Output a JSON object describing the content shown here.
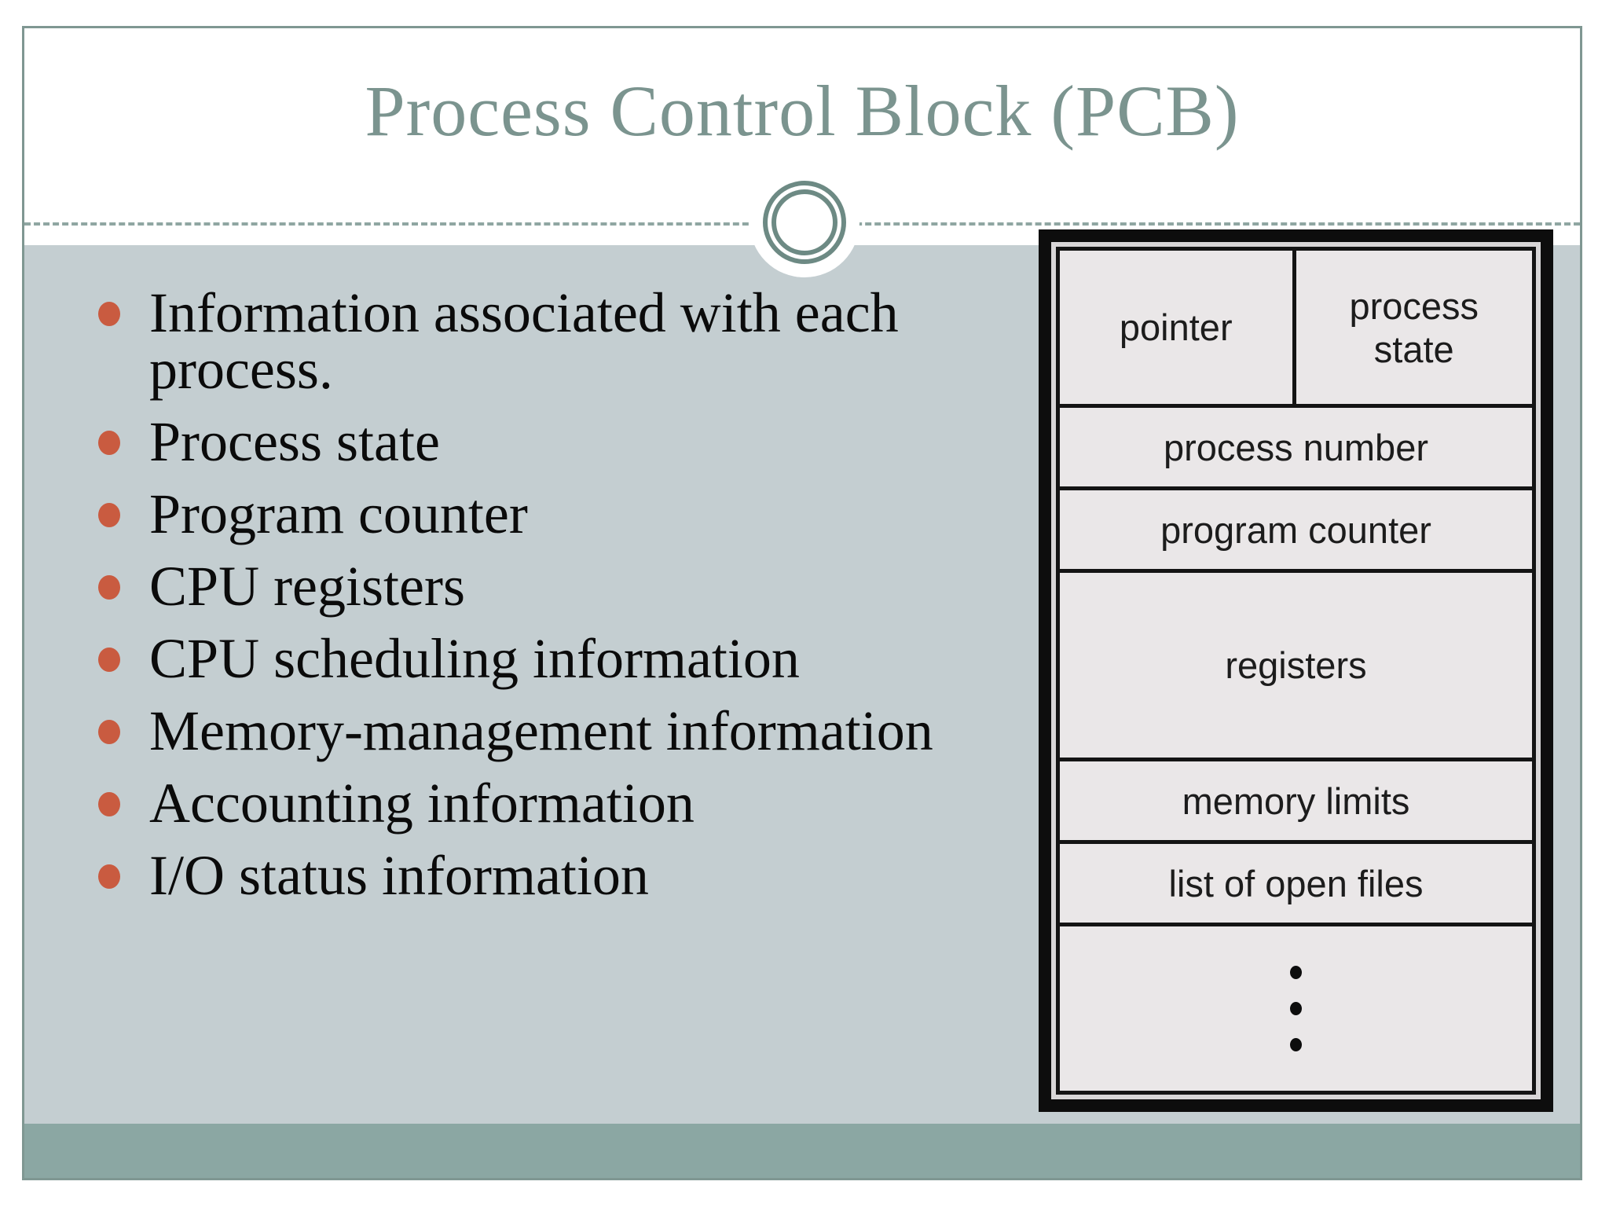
{
  "slide": {
    "title": "Process Control Block (PCB)",
    "bullets": [
      "Information associated with each process.",
      "Process state",
      "Program counter",
      "CPU registers",
      "CPU scheduling information",
      "Memory-management information",
      "Accounting information",
      "I/O status information"
    ],
    "diagram": {
      "pointer": "pointer",
      "process_state": "process state",
      "process_number": "process number",
      "program_counter": "program counter",
      "registers": "registers",
      "memory_limits": "memory limits",
      "open_files": "list of open files"
    },
    "colors": {
      "title_text": "#7b948f",
      "slide_border": "#7f9792",
      "content_background": "#c4ced1",
      "footer_band": "#8ba7a3",
      "bullet_accent": "#c95b40",
      "ornament_ring": "#6d8a84",
      "diagram_cell": "#eae7e8",
      "diagram_frame": "#0d0d0d"
    }
  }
}
